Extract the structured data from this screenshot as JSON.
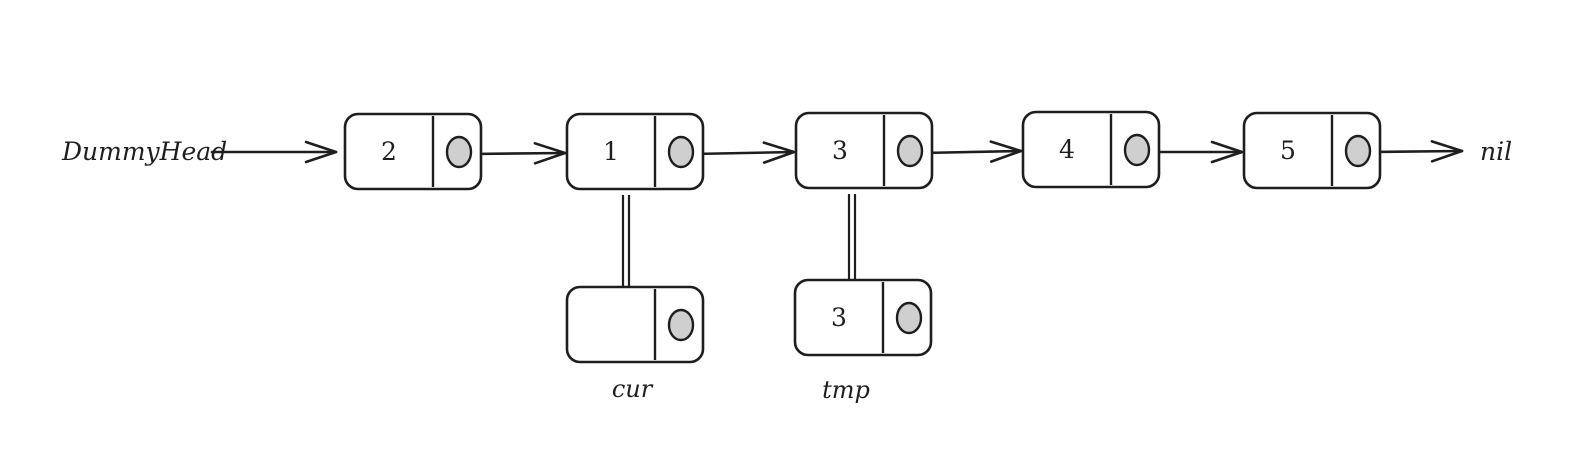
{
  "diagram": {
    "head_label": "DummyHead",
    "tail_label": "nil",
    "main_nodes": [
      {
        "value": "2"
      },
      {
        "value": "1"
      },
      {
        "value": "3"
      },
      {
        "value": "4"
      },
      {
        "value": "5"
      }
    ],
    "aux_nodes": [
      {
        "value": "",
        "label": "cur",
        "attached_to": 1
      },
      {
        "value": "3",
        "label": "tmp",
        "attached_to": 2
      }
    ]
  },
  "colors": {
    "stroke": "#1e1e1e",
    "pointer_fill": "#cfcfcf",
    "background": "#ffffff"
  }
}
